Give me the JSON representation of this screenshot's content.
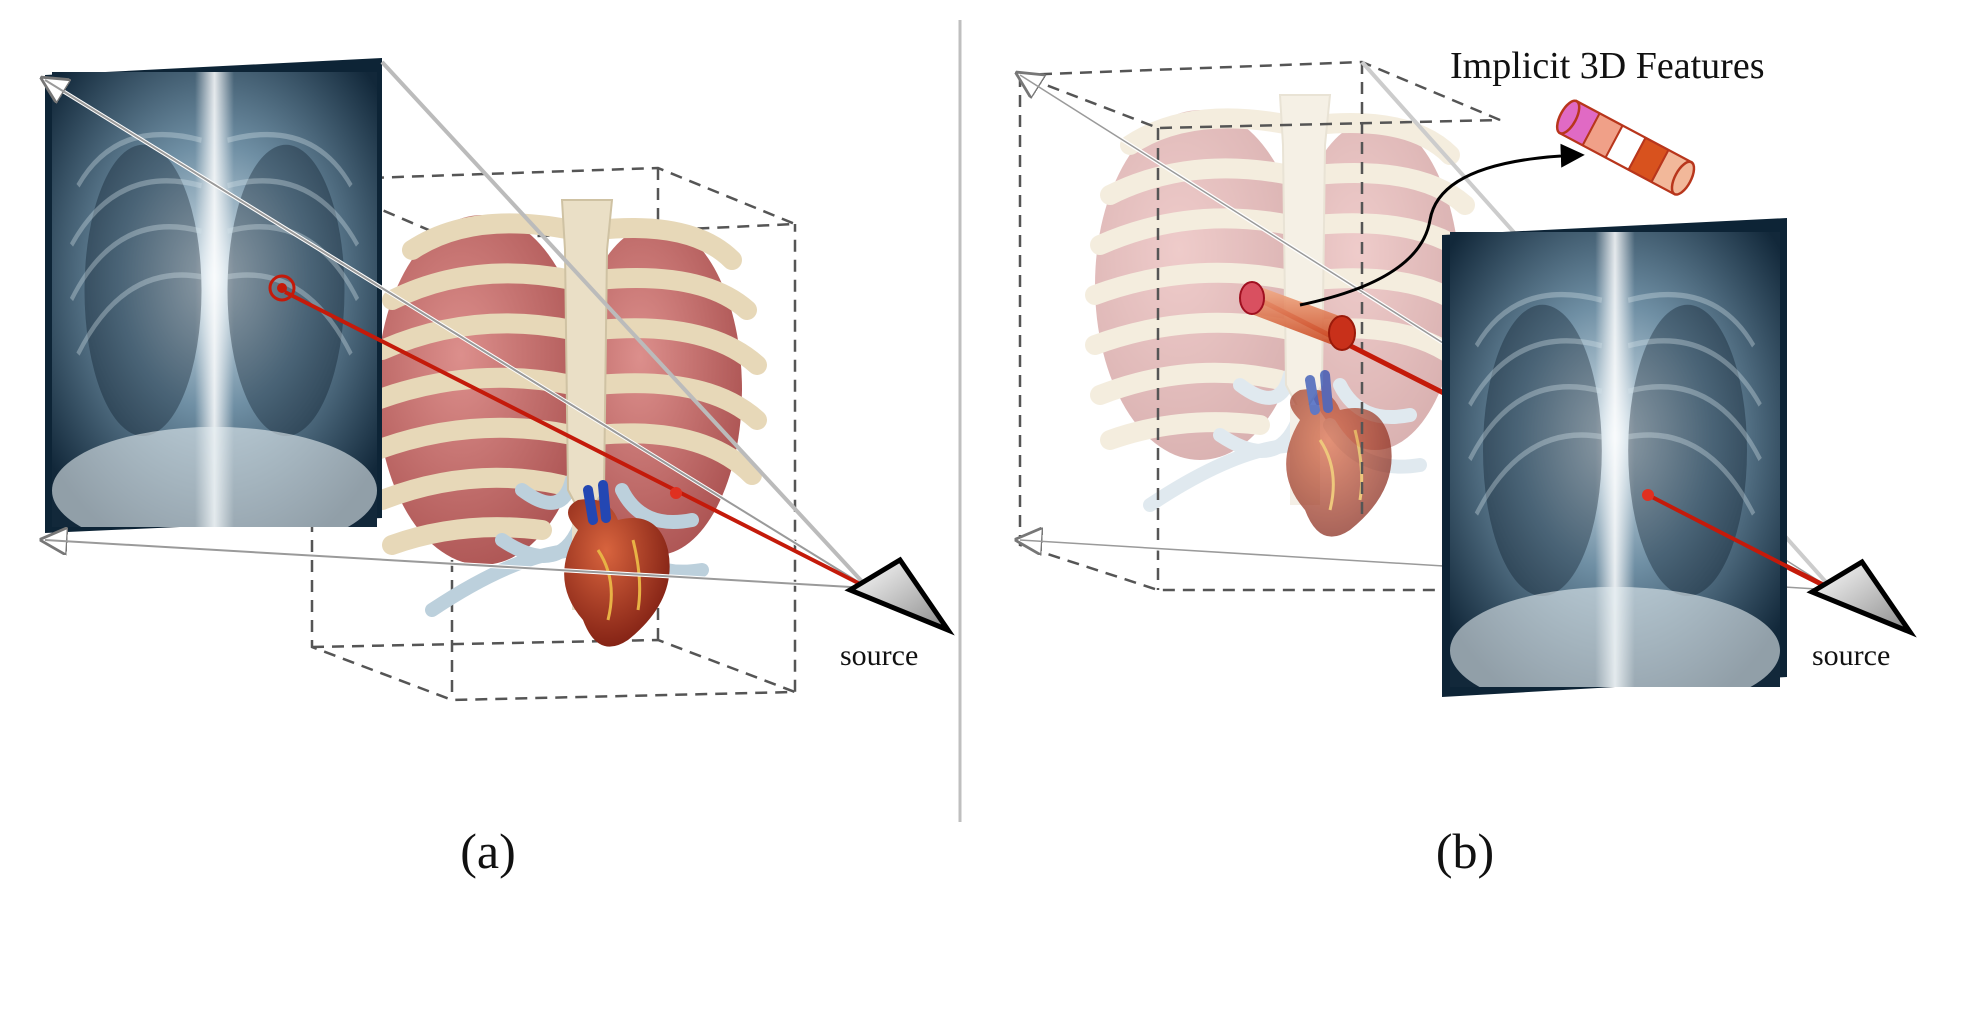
{
  "panels": {
    "a": {
      "caption": "(a)",
      "source_label": "source"
    },
    "b": {
      "caption": "(b)",
      "source_label": "source",
      "feature_label": "Implicit 3D Features"
    }
  },
  "colors": {
    "ray_red": "#c41a0a",
    "box_dash": "#555555",
    "xray_dark": "#0d2436",
    "rib": "#e9dcc0",
    "lung": "#c4686a",
    "cartilage": "#b9cfdc",
    "heart": "#a9321f",
    "feature_pink": "#e060c0",
    "feature_orange": "#e89a73"
  },
  "icons": [
    "xray-image",
    "ribcage-illustration",
    "heart-illustration",
    "source-cone-icon",
    "feature-cylinder-icon"
  ]
}
